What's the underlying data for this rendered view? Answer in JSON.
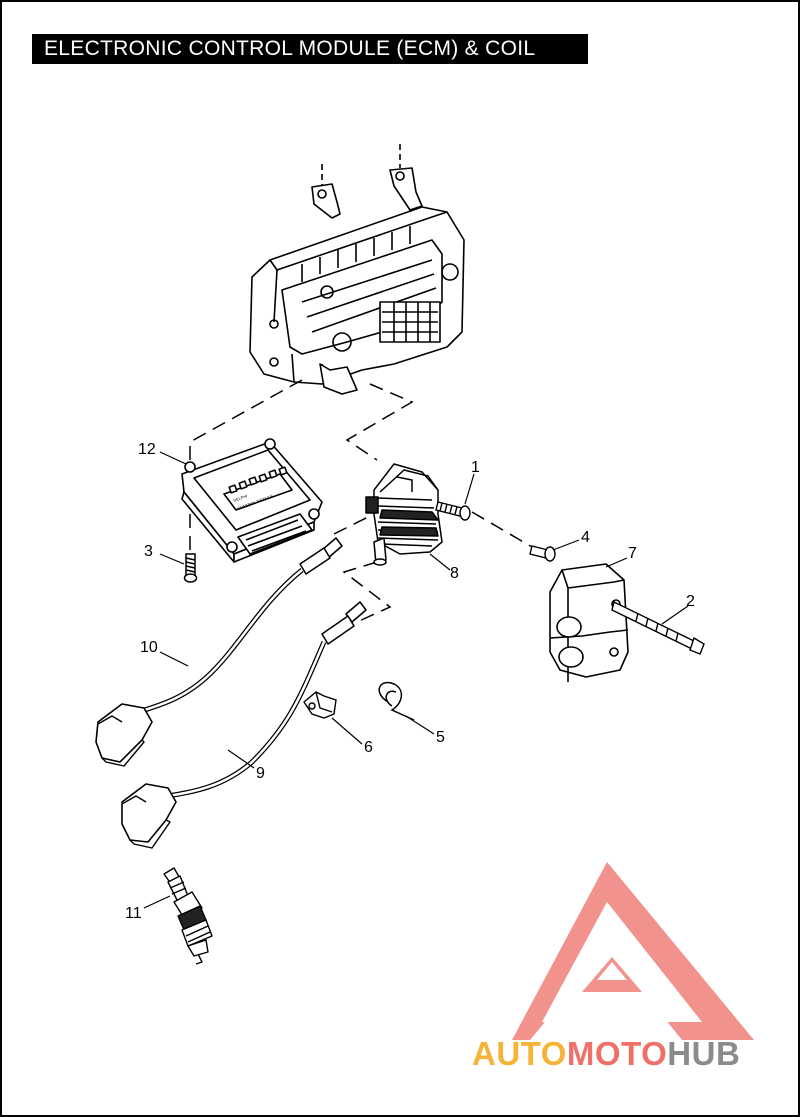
{
  "title": "ELECTRONIC CONTROL MODULE (ECM) & COIL",
  "callouts": {
    "c1": "1",
    "c2": "2",
    "c3": "3",
    "c4": "4",
    "c5": "5",
    "c6": "6",
    "c7": "7",
    "c8": "8",
    "c9": "9",
    "c10": "10",
    "c11": "11",
    "c12": "12"
  },
  "ecm_label": {
    "line1": "DELPHI",
    "line2": "CONTROL MODULE"
  },
  "watermark": {
    "part1": "AUTO",
    "part2": "MOTO",
    "part3": "HUB"
  },
  "colors": {
    "logo_auto": "#f5b338",
    "logo_moto": "#ef6f69",
    "logo_hub": "#8b8b8b",
    "logo_mark": "#f07f7a"
  }
}
